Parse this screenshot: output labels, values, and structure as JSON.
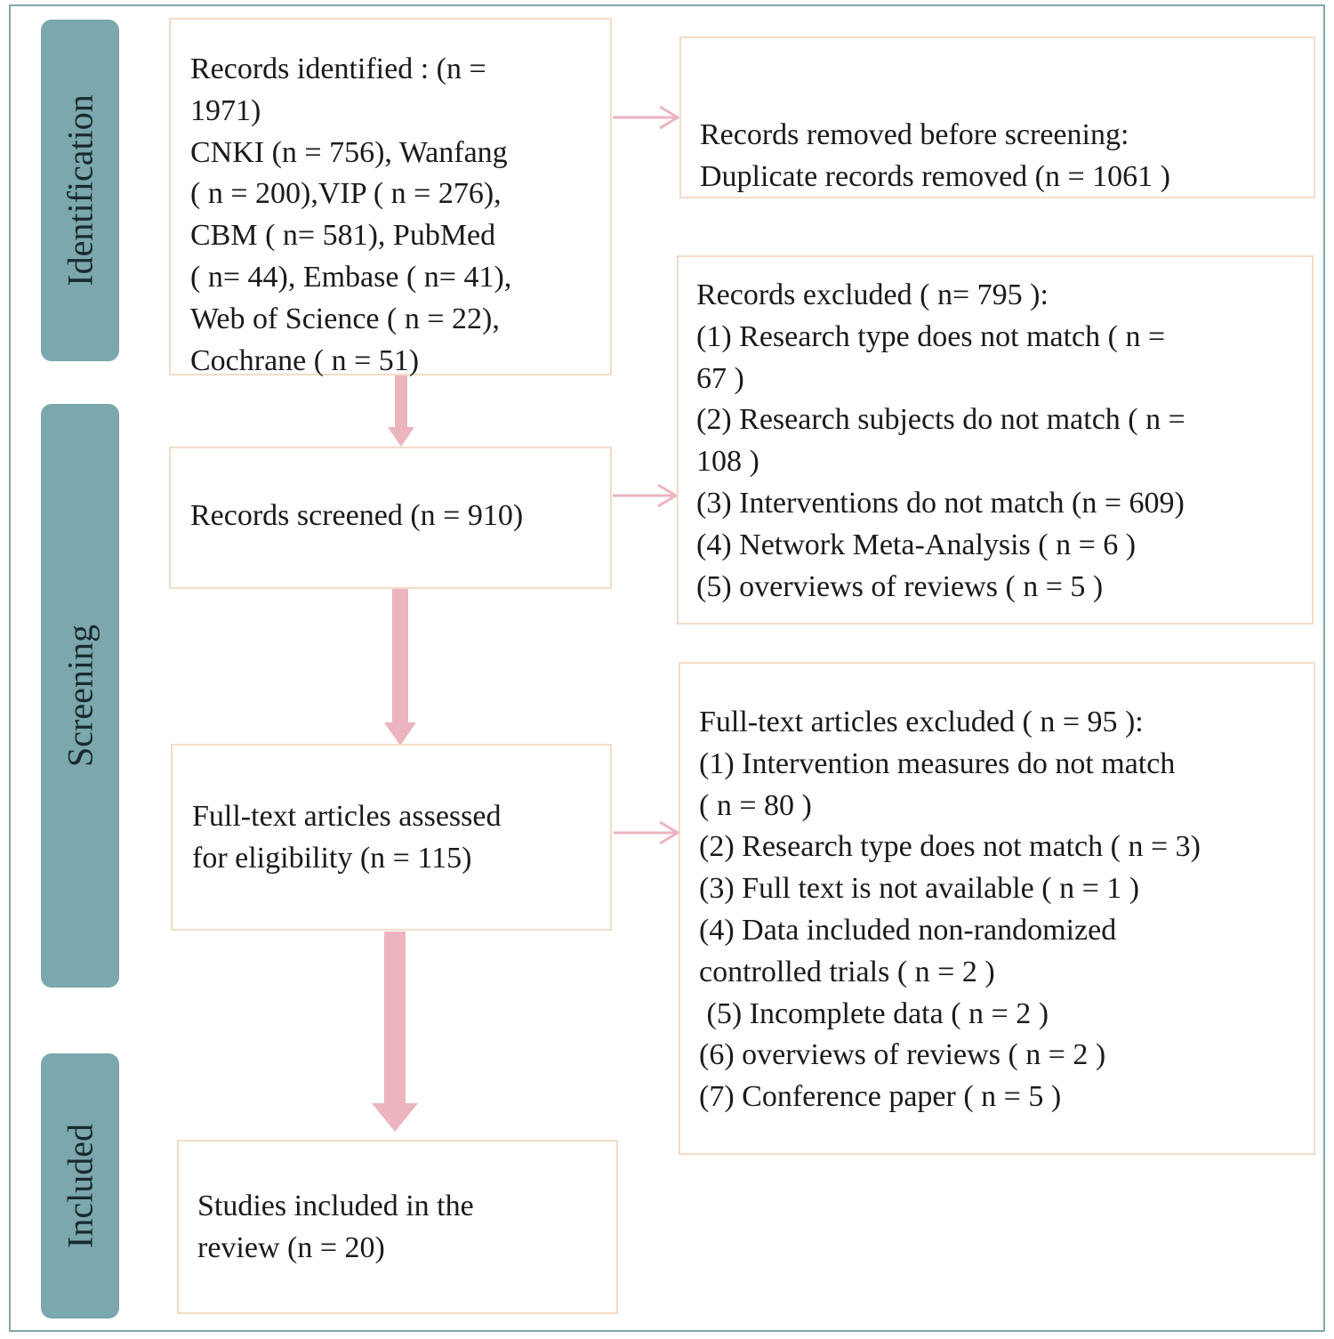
{
  "phases": {
    "identification": "Identification",
    "screening": "Screening",
    "included": "Included"
  },
  "boxes": {
    "identified": [
      "Records identified : (n =",
      "1971)",
      "CNKI (n = 756), Wanfang",
      "( n = 200),VIP ( n = 276),",
      "CBM ( n= 581), PubMed",
      "( n= 44), Embase ( n= 41),",
      "Web of Science ( n = 22),",
      "Cochrane ( n = 51)"
    ],
    "removed": [
      "Records removed before screening:",
      "Duplicate records removed  (n = 1061 )"
    ],
    "excluded": [
      "Records excluded ( n= 795 ):",
      "(1) Research type does not match ( n =",
      "67 )",
      "(2) Research subjects do not match ( n =",
      "108 )",
      "(3) Interventions do not match (n = 609)",
      "(4) Network Meta-Analysis ( n = 6 )",
      "(5) overviews of reviews ( n = 5 )"
    ],
    "screened": [
      "Records screened (n = 910)"
    ],
    "assessed": [
      "Full-text articles assessed",
      "for eligibility (n = 115)"
    ],
    "fulltext_excluded": [
      "Full-text articles excluded ( n = 95 ):",
      "(1) Intervention measures do not match",
      "( n = 80 )",
      "(2) Research type does not match ( n = 3)",
      "(3) Full text is not available ( n = 1 )",
      "(4) Data included non-randomized",
      "controlled trials ( n = 2 )",
      " (5) Incomplete data ( n = 2 )",
      "(6) overviews of reviews ( n = 2 )",
      "(7) Conference paper ( n = 5 )"
    ],
    "included": [
      "Studies included in the",
      "review (n = 20)"
    ]
  },
  "colors": {
    "phase_fill": "#7aa8ae",
    "box_border": "#f2dcc6",
    "arrow": "#ecb4bf",
    "frame": "#7fa9ae"
  }
}
